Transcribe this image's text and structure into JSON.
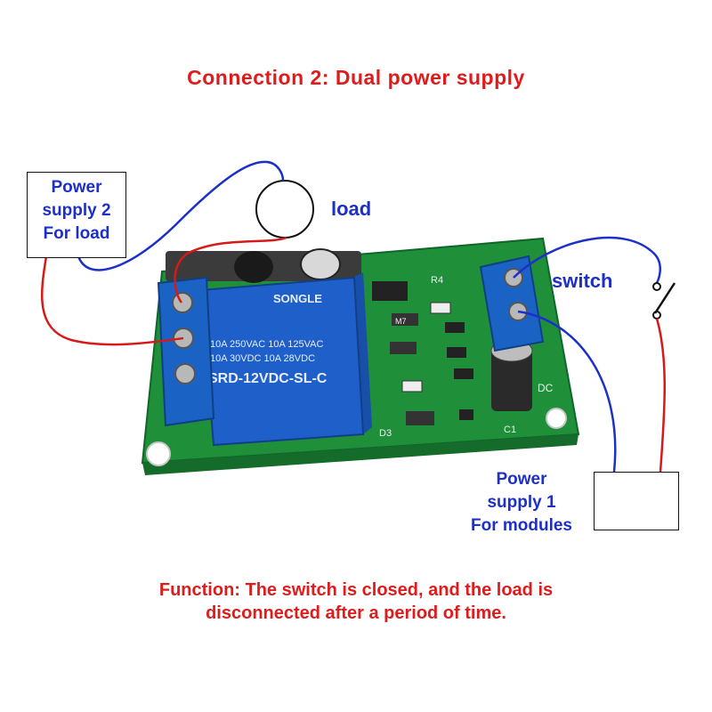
{
  "title": "Connection 2: Dual power supply",
  "power_supply_2": {
    "line1": "Power",
    "line2": "supply 2",
    "line3": "For load"
  },
  "load_label": "load",
  "switch_label": "switch",
  "power_supply_1": {
    "line1": "Power",
    "line2": "supply 1",
    "line3": "For modules"
  },
  "function_text": {
    "line1": "Function: The switch is closed, and the load is",
    "line2": "disconnected after a period of time."
  },
  "relay": {
    "brand": "SONGLE",
    "rating1": "10A 250VAC  10A 125VAC",
    "rating2": "10A  30VDC  10A  28VDC",
    "model": "SRD-12VDC-SL-C"
  },
  "board_labels": {
    "r4": "R4",
    "dc": "DC",
    "m7": "M7",
    "c1": "C1",
    "d3": "D3"
  },
  "colors": {
    "title": "#e01b1b",
    "labels": "#1c30c8",
    "wire_red": "#d61a1a",
    "wire_blue": "#1c30c8",
    "pcb": "#1f8f3a",
    "relay": "#1e5fc9",
    "terminal": "#1a63c4"
  }
}
